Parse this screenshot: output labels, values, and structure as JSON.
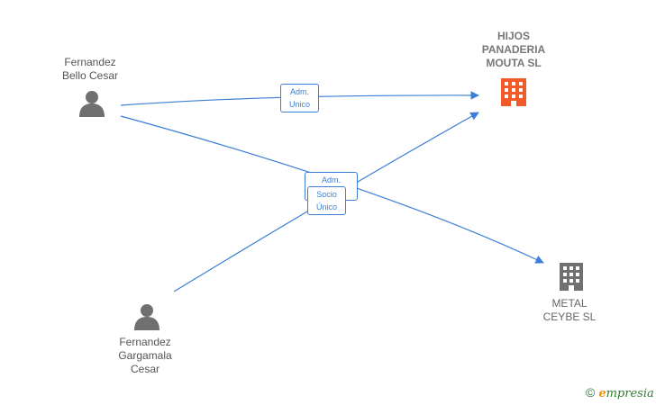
{
  "nodes": {
    "person1": {
      "line1": "Fernandez",
      "line2": "Bello Cesar"
    },
    "person2": {
      "line1": "Fernandez",
      "line2": "Gargamala",
      "line3": "Cesar"
    },
    "company_main": {
      "line1": "HIJOS",
      "line2": "PANADERIA",
      "line3": "MOUTA  SL"
    },
    "company_other": {
      "line1": "METAL",
      "line2": "CEYBE  SL"
    }
  },
  "edges": {
    "e1": {
      "line1": "Adm.",
      "line2": "Unico"
    },
    "e2": {
      "line1": "Adm.",
      "line2": "Unico"
    },
    "e3": {
      "line1": "Socio",
      "line2": "Único"
    }
  },
  "colors": {
    "edge": "#3b7fd6",
    "person": "#707070",
    "company_main": "#f05a28",
    "company_other": "#707070"
  },
  "icons": {
    "person": "person-icon",
    "company": "building-icon"
  },
  "brand": {
    "copyright": "©",
    "initial": "e",
    "rest": "mpresia"
  }
}
